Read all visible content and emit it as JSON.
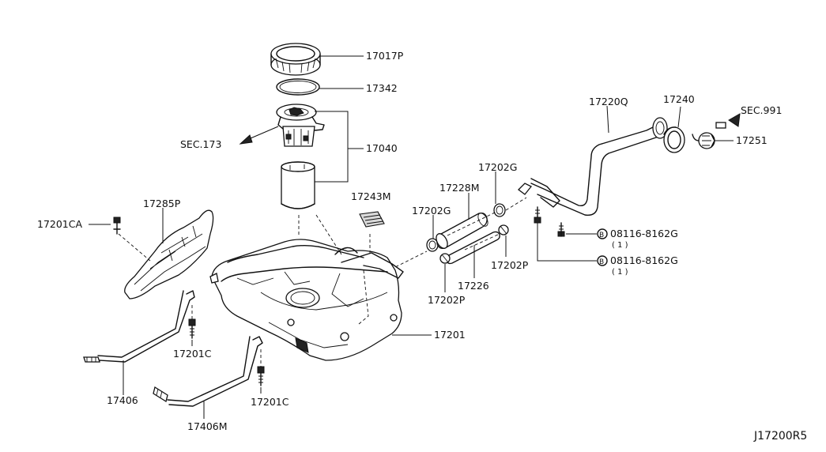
{
  "labels": {
    "p17017P": "17017P",
    "p17342": "17342",
    "p17040": "17040",
    "sec173": "SEC.173",
    "p17220Q": "17220Q",
    "p17240": "17240",
    "sec991": "SEC.991",
    "p17251": "17251",
    "p17202G_a": "17202G",
    "p17228M": "17228M",
    "p17243M": "17243M",
    "p17202G_b": "17202G",
    "p17285P": "17285P",
    "p17201CA": "17201CA",
    "bolt1_code": "08116-8162G",
    "bolt1_qty": "( 1 )",
    "bolt2_code": "08116-8162G",
    "bolt2_qty": "( 1 )",
    "bolt_symbol": "B",
    "p17202P_a": "17202P",
    "p17226": "17226",
    "p17202P_b": "17202P",
    "p17201": "17201",
    "p17201C_a": "17201C",
    "p17406": "17406",
    "p17406M": "17406M",
    "p17201C_b": "17201C",
    "diagram_id": "J17200R5"
  }
}
